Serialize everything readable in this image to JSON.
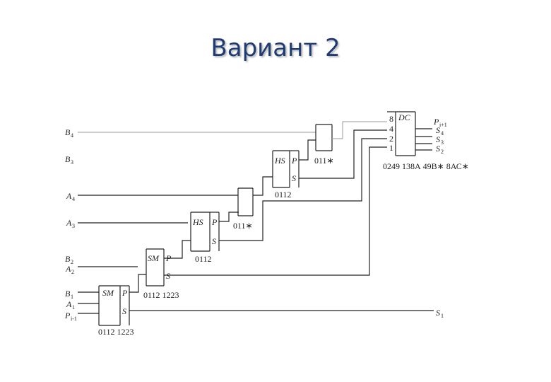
{
  "title": "Вариант 2",
  "inputs": {
    "b4": {
      "letter": "B",
      "sub": "4"
    },
    "b3": {
      "letter": "B",
      "sub": "3"
    },
    "a4": {
      "letter": "A",
      "sub": "4"
    },
    "a3": {
      "letter": "A",
      "sub": "3"
    },
    "b2": {
      "letter": "B",
      "sub": "2"
    },
    "a2": {
      "letter": "A",
      "sub": "2"
    },
    "b1": {
      "letter": "B",
      "sub": "1"
    },
    "a1": {
      "letter": "A",
      "sub": "1"
    },
    "pin": {
      "letter": "P",
      "sub": "i-1"
    }
  },
  "blocks": {
    "sm1": {
      "name": "SM",
      "p": "P",
      "s": "S",
      "part": "0112 1223"
    },
    "sm2": {
      "name": "SM",
      "p": "P",
      "s": "S",
      "part": "0112 1223"
    },
    "hs3": {
      "name": "HS",
      "p": "P",
      "s": "S",
      "part": "0112"
    },
    "hs4": {
      "name": "HS",
      "p": "P",
      "s": "S",
      "part": "0112"
    },
    "and1": {
      "part": "011∗"
    },
    "and2": {
      "part": "011∗"
    },
    "dc": {
      "name": "DC",
      "weights": [
        "8",
        "4",
        "2",
        "1"
      ],
      "part": "0249 138А 49В∗ 8АС∗"
    }
  },
  "outputs": {
    "pi1": {
      "letter": "P",
      "sub": "i+1"
    },
    "s4": {
      "letter": "S",
      "sub": "4"
    },
    "s3": {
      "letter": "S",
      "sub": "3"
    },
    "s2": {
      "letter": "S",
      "sub": "2"
    },
    "s1": {
      "letter": "S",
      "sub": "1"
    }
  }
}
